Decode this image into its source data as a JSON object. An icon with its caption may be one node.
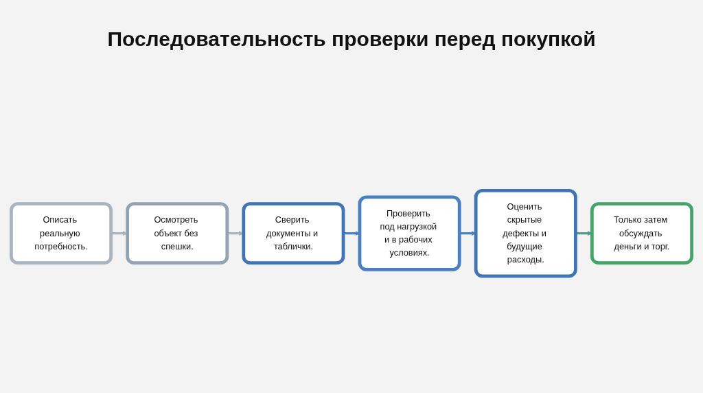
{
  "diagram": {
    "title": "Последовательность проверки перед покупкой",
    "nodes": [
      {
        "text": [
          "Описать реальную потребность."
        ]
      },
      {
        "text": [
          "Осмотреть объект без спешки."
        ]
      },
      {
        "text": [
          "Сверить документы и таблички."
        ]
      },
      {
        "text": [
          "Проверить под нагрузкой и в рабочих условиях."
        ]
      },
      {
        "text": [
          "Оценить скрытые дефекты и будущие расходы."
        ]
      },
      {
        "text": [
          "Только затем обсуждать деньги и торг."
        ]
      }
    ],
    "edges": [
      {
        "from": 0,
        "to": 1,
        "arrow": "to",
        "color": "#a9b4bf"
      },
      {
        "from": 1,
        "to": 2,
        "arrow": "to",
        "color": "#a9b4bf"
      },
      {
        "from": 2,
        "to": 3,
        "arrow": "to",
        "color": "#4a7fc0"
      },
      {
        "from": 3,
        "to": 4,
        "arrow": "to",
        "color": "#4a7fc0"
      },
      {
        "from": 4,
        "to": 5,
        "arrow": "to",
        "color": "#4f9a8a"
      }
    ]
  }
}
